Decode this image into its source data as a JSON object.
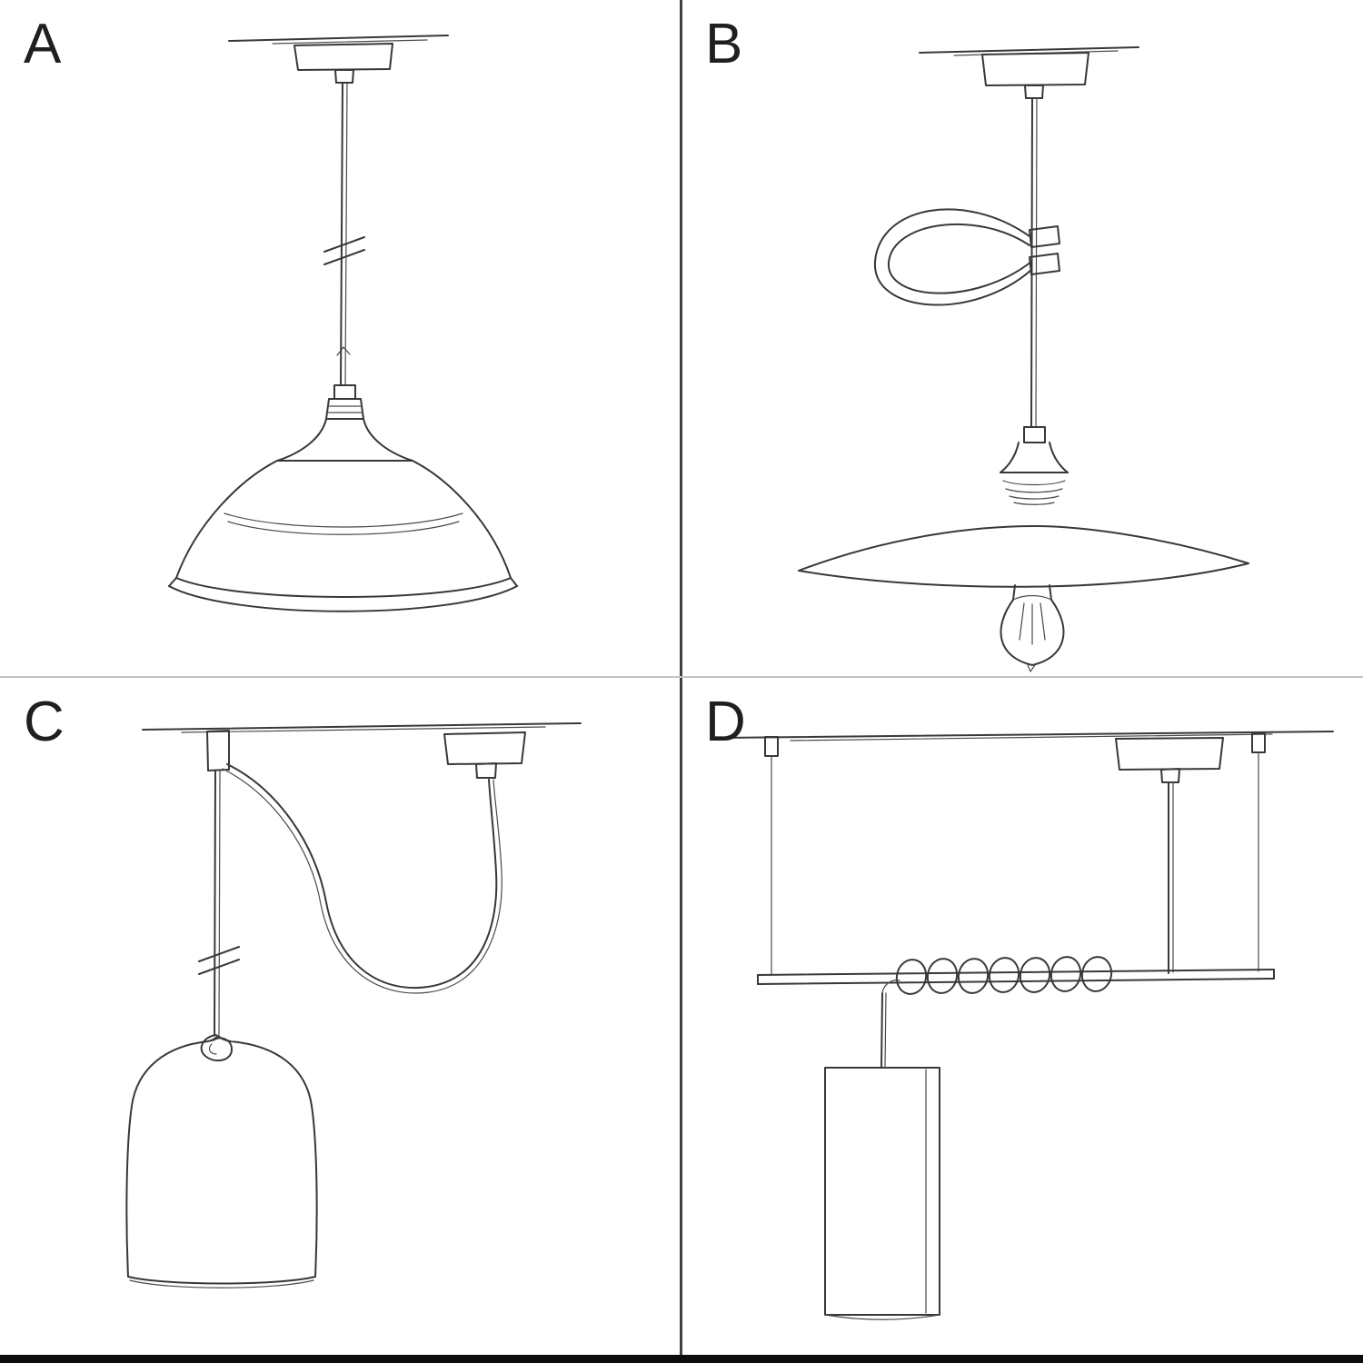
{
  "page": {
    "background_color": "#ffffff",
    "ink_color": "#383838",
    "vertical_divider_color": "#3f3f3f",
    "horizontal_divider_color": "#c2c2c2",
    "bottom_bar_color": "#0d0d0d"
  },
  "panels": [
    {
      "label": "A",
      "sketch": "pendant-lamp-industrial-shade-sketch"
    },
    {
      "label": "B",
      "sketch": "pendant-lamp-flat-plate-shade-with-bulb-and-cable-clip-sketch"
    },
    {
      "label": "C",
      "sketch": "swag-pendant-lamp-bell-shade-sketch"
    },
    {
      "label": "D",
      "sketch": "bar-suspension-coiled-cable-cylinder-pendant-sketch"
    }
  ]
}
